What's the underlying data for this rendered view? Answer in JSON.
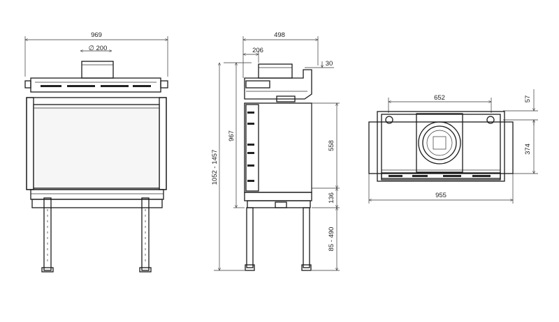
{
  "front_view": {
    "width_label": "969",
    "flue_label": "∅ 200"
  },
  "side_view": {
    "depth_label": "498",
    "flue_offset_label": "206",
    "offset_label": "30",
    "overall_height_label": "1052 - 1457",
    "body_height_label": "967",
    "glass_height_label": "558",
    "base_label": "136",
    "legs_label": "85 - 490"
  },
  "top_view": {
    "inner_width_label": "652",
    "depth_front_label": "57",
    "depth_label": "374",
    "overall_width_label": "955"
  }
}
